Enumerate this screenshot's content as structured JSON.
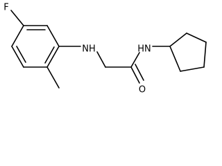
{
  "atoms": {
    "fluorine": "F",
    "amine_nh": "NH",
    "amide_nh": "HN",
    "carbonyl_o": "O"
  },
  "colors": {
    "bond": "#000000",
    "background": "#ffffff"
  }
}
